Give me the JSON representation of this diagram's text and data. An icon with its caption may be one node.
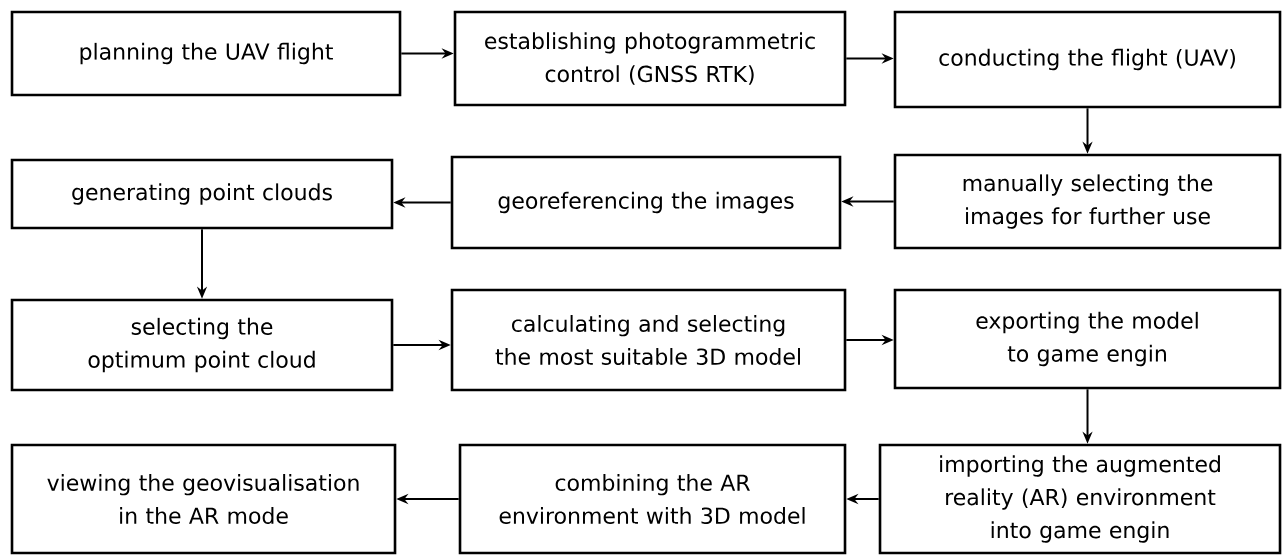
{
  "diagram": {
    "nodes": [
      {
        "text": [
          "planning the UAV flight"
        ]
      },
      {
        "text": [
          "establishing photogrammetric control (GNSS RTK)"
        ]
      },
      {
        "text": [
          "conducting the flight (UAV)"
        ]
      },
      {
        "text": [
          "manually selecting the images for further use"
        ]
      },
      {
        "text": [
          "georeferencing the images"
        ]
      },
      {
        "text": [
          "generating point clouds"
        ]
      },
      {
        "text": [
          "selecting the optimum point cloud"
        ]
      },
      {
        "text": [
          "calculating and selecting the most suitable 3D model"
        ]
      },
      {
        "text": [
          "exporting the model to game engin"
        ]
      },
      {
        "text": [
          "importing the augmented reality (AR) environment into game engin"
        ]
      },
      {
        "text": [
          "combining the AR environment with 3D model"
        ]
      },
      {
        "text": [
          "viewing the geovisualisation in the AR mode"
        ]
      }
    ],
    "edges": [
      {
        "from": 0,
        "to": 1,
        "arrow": "to"
      },
      {
        "from": 1,
        "to": 2,
        "arrow": "to"
      },
      {
        "from": 2,
        "to": 3,
        "arrow": "to"
      },
      {
        "from": 3,
        "to": 4,
        "arrow": "to"
      },
      {
        "from": 4,
        "to": 5,
        "arrow": "to"
      },
      {
        "from": 5,
        "to": 6,
        "arrow": "to"
      },
      {
        "from": 6,
        "to": 7,
        "arrow": "to"
      },
      {
        "from": 7,
        "to": 8,
        "arrow": "to"
      },
      {
        "from": 8,
        "to": 9,
        "arrow": "to"
      },
      {
        "from": 9,
        "to": 10,
        "arrow": "to"
      },
      {
        "from": 10,
        "to": 11,
        "arrow": "to"
      }
    ]
  }
}
